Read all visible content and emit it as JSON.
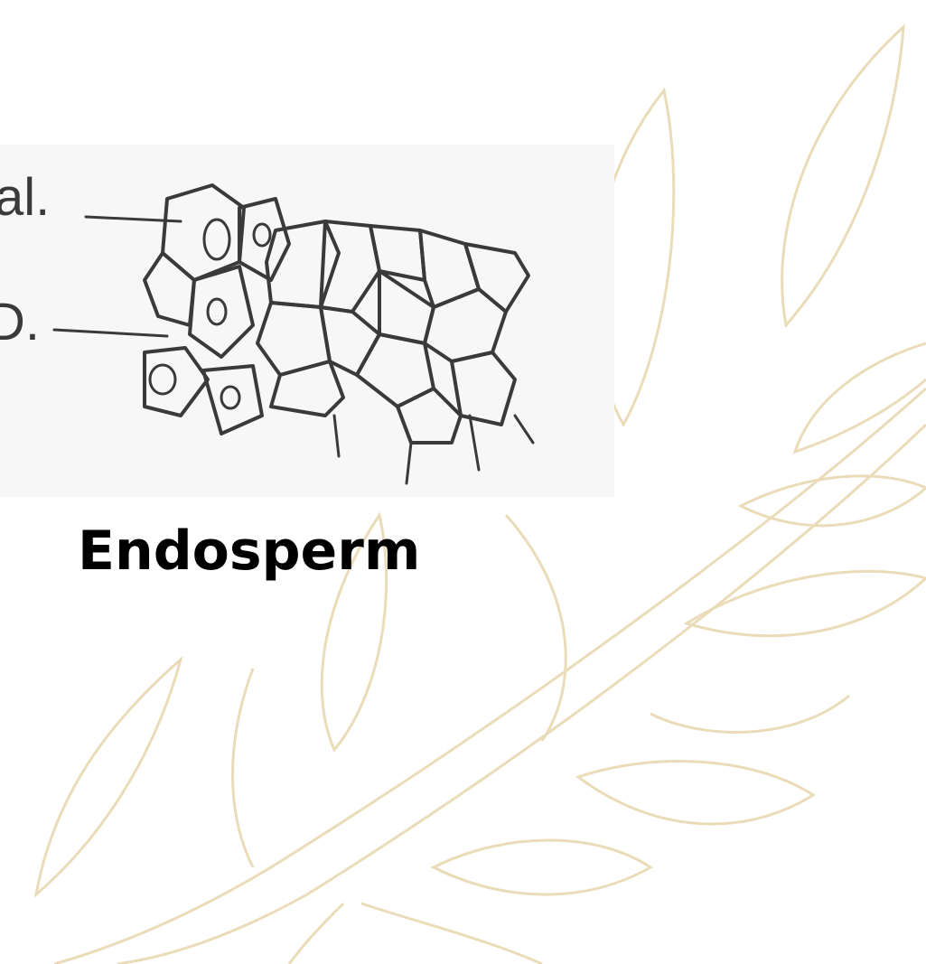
{
  "diagram": {
    "labels": [
      "al.",
      "D."
    ]
  },
  "title": "Endosperm",
  "colors": {
    "vine": "#eadcb8",
    "ink": "#3a3a3a",
    "photo_bg": "#f7f7f7"
  },
  "icons": [
    "leafy-vine-watermark"
  ]
}
